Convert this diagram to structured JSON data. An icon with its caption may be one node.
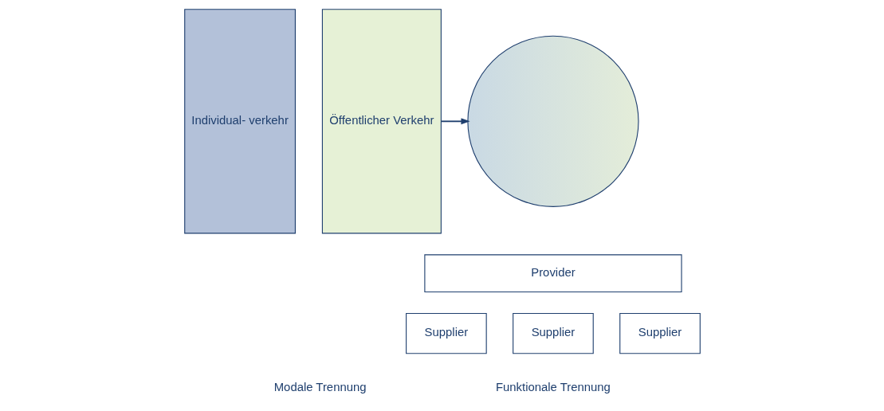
{
  "diagram": {
    "nodes": [
      {
        "text": [
          "Individual- verkehr"
        ]
      },
      {
        "text": [
          "Öffentlicher Verkehr"
        ]
      },
      {
        "text": [],
        "shape": "circle"
      },
      {
        "text": [
          "Provider"
        ]
      },
      {
        "text": [
          "Supplier"
        ]
      },
      {
        "text": [
          "Supplier"
        ]
      },
      {
        "text": [
          "Supplier"
        ]
      }
    ],
    "edges": [
      {
        "from": 1,
        "to": 2,
        "arrow": "to"
      }
    ],
    "labels": [
      "Modale Trennung",
      "Funktionale Trennung"
    ]
  }
}
